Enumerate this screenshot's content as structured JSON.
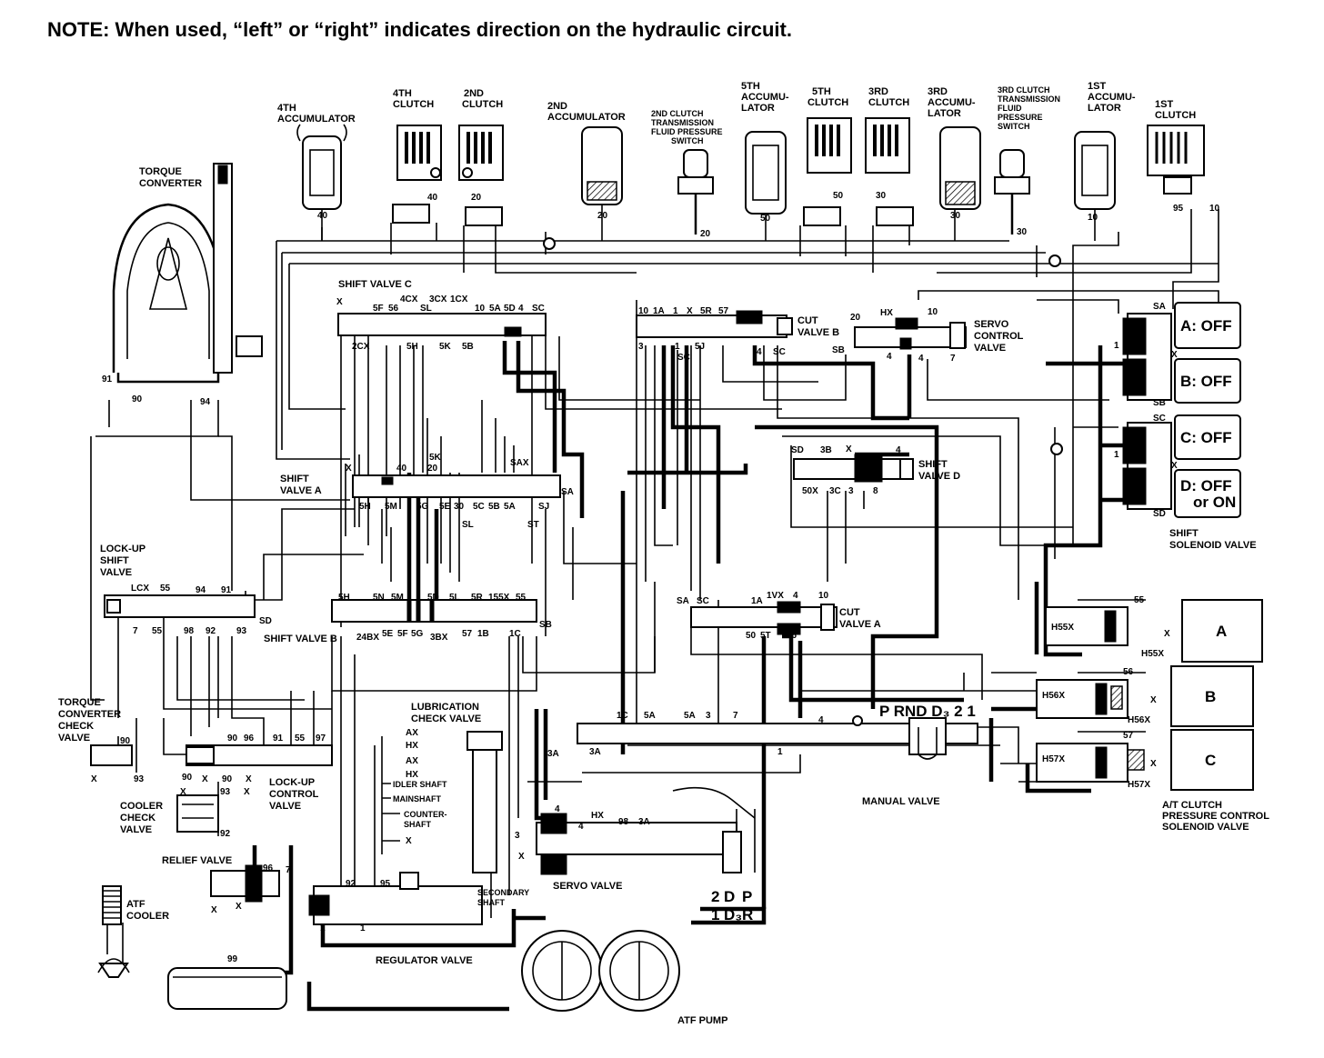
{
  "note": "NOTE: When used, “left” or “right” indicates direction on the hydraulic circuit.",
  "components": {
    "torque_converter": [
      "TORQUE",
      "CONVERTER"
    ],
    "accum_4th": [
      "4TH",
      "ACCUMULATOR"
    ],
    "clutch_4th": [
      "4TH",
      "CLUTCH"
    ],
    "clutch_2nd": [
      "2ND",
      "CLUTCH"
    ],
    "accum_2nd": [
      "2ND",
      "ACCUMULATOR"
    ],
    "switch_2nd": [
      "2ND CLUTCH",
      "TRANSMISSION",
      "FLUID PRESSURE",
      "SWITCH"
    ],
    "accum_5th": [
      "5TH",
      "ACCUMU-",
      "LATOR"
    ],
    "clutch_5th": [
      "5TH",
      "CLUTCH"
    ],
    "clutch_3rd": [
      "3RD",
      "CLUTCH"
    ],
    "accum_3rd": [
      "3RD",
      "ACCUMU-",
      "LATOR"
    ],
    "switch_3rd": [
      "3RD CLUTCH",
      "TRANSMISSION",
      "FLUID",
      "PRESSURE",
      "SWITCH"
    ],
    "accum_1st": [
      "1ST",
      "ACCUMU-",
      "LATOR"
    ],
    "clutch_1st": [
      "1ST",
      "CLUTCH"
    ],
    "shift_valve_c": "SHIFT VALVE C",
    "shift_valve_a": [
      "SHIFT",
      "VALVE A"
    ],
    "shift_valve_b": "SHIFT VALVE B",
    "shift_valve_d": [
      "SHIFT",
      "VALVE D"
    ],
    "cut_valve_b": [
      "CUT",
      "VALVE B"
    ],
    "cut_valve_a": [
      "CUT",
      "VALVE A"
    ],
    "servo_control_valve": [
      "SERVO",
      "CONTROL",
      "VALVE"
    ],
    "lockup_shift_valve": [
      "LOCK-UP",
      "SHIFT",
      "VALVE"
    ],
    "lockup_control_valve": [
      "LOCK-UP",
      "CONTROL",
      "VALVE"
    ],
    "tc_check_valve": [
      "TORQUE",
      "CONVERTER",
      "CHECK",
      "VALVE"
    ],
    "cooler_check_valve": [
      "COOLER",
      "CHECK",
      "VALVE"
    ],
    "relief_valve": "RELIEF VALVE",
    "atf_cooler": [
      "ATF",
      "COOLER"
    ],
    "lubrication_check_valve": [
      "LUBRICATION",
      "CHECK VALVE"
    ],
    "servo_valve": "SERVO VALVE",
    "regulator_valve": "REGULATOR VALVE",
    "atf_pump": "ATF PUMP",
    "manual_valve": "MANUAL VALVE",
    "shift_solenoid_valve": [
      "SHIFT",
      "SOLENOID VALVE"
    ],
    "at_clutch_solenoid": [
      "A/T CLUTCH",
      "PRESSURE CONTROL",
      "SOLENOID VALVE"
    ],
    "secondary_shaft": [
      "SECONDARY",
      "SHAFT"
    ],
    "idler_shaft": "IDLER SHAFT",
    "mainshaft": "MAINSHAFT",
    "countershaft": [
      "COUNTER-",
      "SHAFT"
    ]
  },
  "solenoids": [
    {
      "label": "A: OFF"
    },
    {
      "label": "B: OFF"
    },
    {
      "label": "C: OFF"
    },
    {
      "label": "D: OFF",
      "label2": "or ON"
    }
  ],
  "pressure_solenoids": [
    {
      "letter": "A",
      "code": "H55X",
      "code2": "H55X",
      "port": "55"
    },
    {
      "letter": "B",
      "code": "H56X",
      "code2": "H56X",
      "port": "56"
    },
    {
      "letter": "C",
      "code": "H57X",
      "code2": "H57X",
      "port": "57"
    }
  ],
  "manual_positions": "P  RND D₃ 2 1",
  "selector_positions": [
    "2",
    "1",
    "D",
    "D₃",
    "P",
    "R"
  ],
  "port_labels": {
    "sv_c_top": [
      "X",
      "5F",
      "56",
      "4CX",
      "3CX",
      "1CX",
      "10",
      "5A",
      "5D",
      "4",
      "SC"
    ],
    "sv_c_bottom": [
      "2CX",
      "5H",
      "5K",
      "5B",
      "SL"
    ],
    "sv_a": [
      "X",
      "40",
      "20",
      "SAX",
      "5K",
      "5H",
      "5M",
      "5G",
      "5E",
      "30",
      "5C",
      "5B",
      "5A",
      "SJ",
      "SA",
      "SL",
      "ST"
    ],
    "sv_b": [
      "5H",
      "5N",
      "5M",
      "5D",
      "5L",
      "5R",
      "155X",
      "55",
      "24BX",
      "5E",
      "5F",
      "5G",
      "3BX",
      "57",
      "1B",
      "1C",
      "SB"
    ],
    "lockup": [
      "LCX",
      "55",
      "94",
      "91",
      "7",
      "98",
      "92",
      "93",
      "SD"
    ],
    "cut_b": [
      "10",
      "1A",
      "1",
      "X",
      "5R",
      "57",
      "3",
      "1",
      "SC",
      "5J",
      "4",
      "SC"
    ],
    "servo_ctrl": [
      "20",
      "HX",
      "10",
      "SB",
      "4",
      "4",
      "7"
    ],
    "sv_d": [
      "SD",
      "3B",
      "X",
      "4",
      "50X",
      "3C",
      "3",
      "8"
    ],
    "cut_a": [
      "SA",
      "SC",
      "1A",
      "1VX",
      "4",
      "10",
      "50",
      "5T",
      "16"
    ],
    "manual": [
      "1C",
      "5A",
      "5A",
      "3",
      "7",
      "4",
      "3A",
      "3A",
      "1"
    ],
    "lub": [
      "AX",
      "HX",
      "AX",
      "HX",
      "X"
    ],
    "servo": [
      "4",
      "4",
      "HX",
      "98",
      "3A",
      "3",
      "X"
    ],
    "regulator": [
      "92",
      "95",
      "1",
      "1",
      "99"
    ],
    "lc": [
      "90",
      "96",
      "91",
      "55",
      "97",
      "90",
      "X",
      "93",
      "X",
      "90",
      "X",
      "93",
      "X",
      "X",
      "X",
      "92"
    ],
    "relief": [
      "96",
      "7",
      "X",
      "X"
    ],
    "tc": [
      "91",
      "90",
      "94"
    ],
    "lines": [
      "40",
      "40",
      "20",
      "20",
      "20",
      "50",
      "50",
      "30",
      "30",
      "30",
      "10",
      "95",
      "10",
      "20",
      "1",
      "1",
      "SA",
      "SB",
      "SC",
      "SD",
      "X",
      "X",
      "X",
      "X"
    ]
  }
}
